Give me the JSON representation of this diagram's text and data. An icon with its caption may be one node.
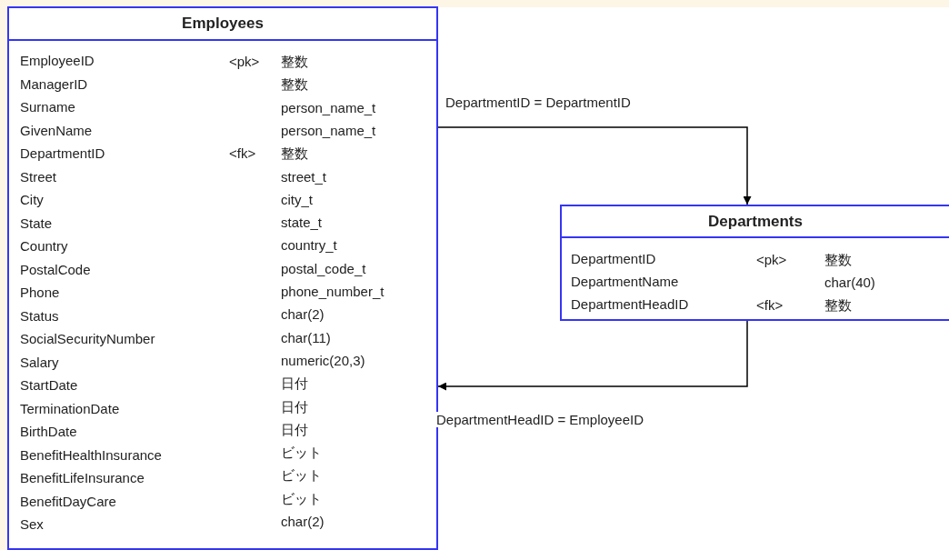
{
  "diagram": {
    "nodes": [
      {
        "text": [
          "Employees",
          "EmployeeID",
          "ManagerID",
          "Surname",
          "GivenName",
          "DepartmentID",
          "Street",
          "City",
          "State",
          "Country",
          "PostalCode",
          "Phone",
          "Status",
          "SocialSecurityNumber",
          "Salary",
          "StartDate",
          "TerminationDate",
          "BirthDate",
          "BenefitHealthInsurance",
          "BenefitLifeInsurance",
          "BenefitDayCare",
          "Sex",
          "<pk>",
          "<fk>",
          "整数",
          "整数",
          "person_name_t",
          "person_name_t",
          "整数",
          "street_t",
          "city_t",
          "state_t",
          "country_t",
          "postal_code_t",
          "phone_number_t",
          "char(2)",
          "char(11)",
          "numeric(20,3)",
          "日付",
          "日付",
          "日付",
          "ビット",
          "ビット",
          "ビット",
          "char(2)"
        ]
      },
      {
        "text": [
          "Departments",
          "DepartmentID",
          "DepartmentName",
          "DepartmentHeadID",
          "<pk>",
          "<fk>",
          "整数",
          "char(40)",
          "整数"
        ]
      }
    ],
    "edges": [
      {
        "from": 0,
        "to": 1,
        "arrow": "to",
        "label": "DepartmentID = DepartmentID"
      },
      {
        "from": 1,
        "to": 0,
        "arrow": "to",
        "label": "DepartmentHeadID = EmployeeID"
      }
    ]
  }
}
